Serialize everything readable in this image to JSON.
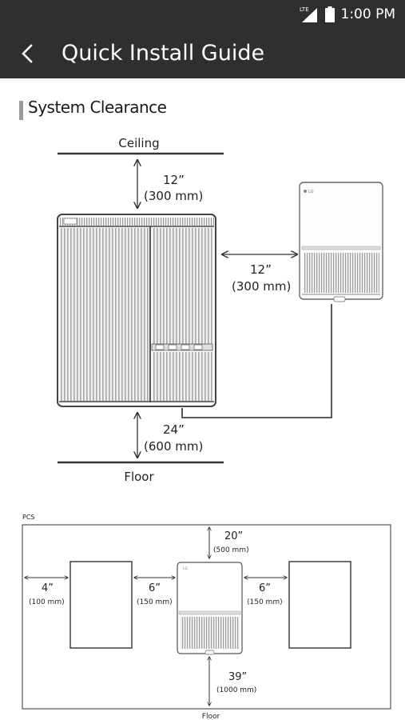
{
  "status_bar": {
    "network": "LTE",
    "time": "1:00 PM"
  },
  "app_bar": {
    "back_icon": "chevron-left-icon",
    "title": "Quick Install Guide"
  },
  "section": {
    "title": "System Clearance"
  },
  "diagram1": {
    "ceiling_label": "Ceiling",
    "floor_label": "Floor",
    "top_clearance_in": "12”",
    "top_clearance_mm": "(300 mm)",
    "side_clearance_in": "12”",
    "side_clearance_mm": "(300 mm)",
    "bottom_clearance_in": "24”",
    "bottom_clearance_mm": "(600 mm)"
  },
  "diagram2": {
    "pcs_label": "PCS",
    "top_in": "20”",
    "top_mm": "(500 mm)",
    "left_edge_in": "4”",
    "left_edge_mm": "(100 mm)",
    "left_gap_in": "6”",
    "left_gap_mm": "(150 mm)",
    "right_gap_in": "6”",
    "right_gap_mm": "(150 mm)",
    "bottom_in": "39”",
    "bottom_mm": "(1000 mm)",
    "floor_label": "Floor"
  }
}
